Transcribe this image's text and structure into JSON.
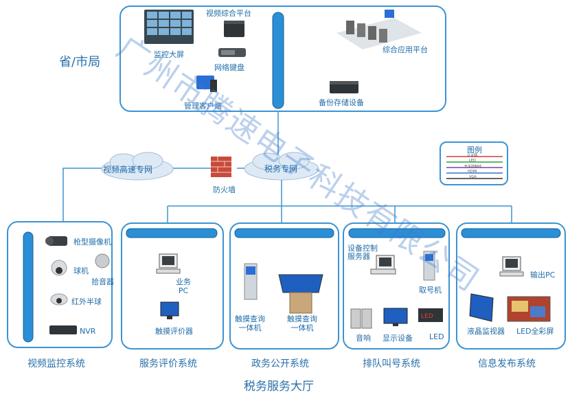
{
  "top": {
    "region": "省/市局",
    "items": {
      "video_platform": "视频综合平台",
      "big_screen": "监控大屏",
      "keyboard": "网络键盘",
      "client": "管理客户端",
      "app_platform": "综合应用平台",
      "backup": "备份存储设备"
    }
  },
  "network": {
    "video_net": "视频高速专网",
    "tax_net": "税务专网",
    "firewall": "防火墙"
  },
  "legend": {
    "title": "图例",
    "items": [
      "以太网",
      "LED",
      "开关控制线",
      "HDMI",
      "VGA"
    ],
    "colors": [
      "#d23b3b",
      "#2a9d3f",
      "#7a3fb0",
      "#3b6fd1",
      "#333333"
    ]
  },
  "systems": [
    {
      "name": "视频监控系统",
      "items": [
        "枪型摄像机",
        "球机",
        "拾音器",
        "红外半球",
        "NVR"
      ]
    },
    {
      "name": "服务评价系统",
      "items": [
        "业务\nPC",
        "触摸评价器"
      ]
    },
    {
      "name": "政务公开系统",
      "items": [
        "触摸查询\n一体机",
        "触摸查询\n一体机"
      ]
    },
    {
      "name": "排队叫号系统",
      "items": [
        "设备控制\n服务器",
        "取号机",
        "音响",
        "显示设备",
        "LED"
      ]
    },
    {
      "name": "信息发布系统",
      "items": [
        "输出PC",
        "液晶监视器",
        "LED全彩屏"
      ]
    }
  ],
  "hall": "税务服务大厅",
  "watermark": "广州市腾速电子科技有限公司"
}
